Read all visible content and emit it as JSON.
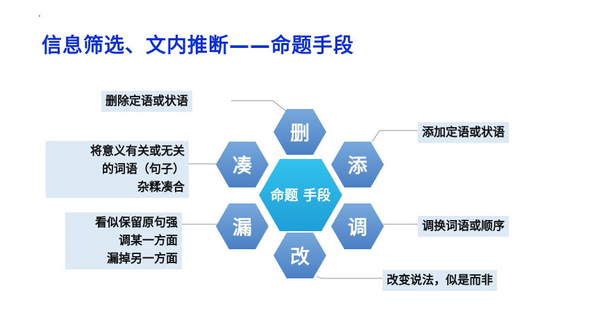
{
  "title": "信息筛选、文内推断——命题手段",
  "center": {
    "line1": "命题",
    "line2": "手段"
  },
  "hexes": {
    "top": "删",
    "upper_right": "添",
    "lower_right": "调",
    "bottom": "改",
    "lower_left": "漏",
    "upper_left": "凑"
  },
  "labels": {
    "delete": "删除定语或状语",
    "add": "添加定语或状语",
    "combine": [
      "将意义有关或无关",
      "的词语（句子）",
      "杂糅凑合"
    ],
    "omit": [
      "看似保留原句强",
      "调某一方面",
      "漏掉另一方面"
    ],
    "swap": "调换词语或顺序",
    "change": "改变说法，似是而非"
  },
  "colors": {
    "title": "#0a2fd8",
    "hex": "#5b8fce",
    "center_hex": "#27b1e3",
    "label_bg": "#ddeaf6"
  }
}
